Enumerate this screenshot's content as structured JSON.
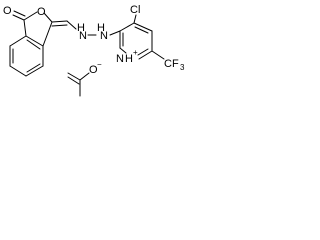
{
  "molecule": {
    "atoms": {
      "carbonyl_o": "O",
      "ring_o": "O",
      "nh_1": "H",
      "nh_2": "H",
      "n_1": "N",
      "n_2": "N",
      "chlorine": "Cl",
      "pyridinium_n": "N",
      "pyridinium_h": "H",
      "pyridinium_charge": "+",
      "acetate_o": "O",
      "acetate_charge": "−",
      "cf3": "CF",
      "cf3_sub": "3"
    }
  },
  "colors": {
    "ink": "#000000",
    "background": "#ffffff"
  }
}
